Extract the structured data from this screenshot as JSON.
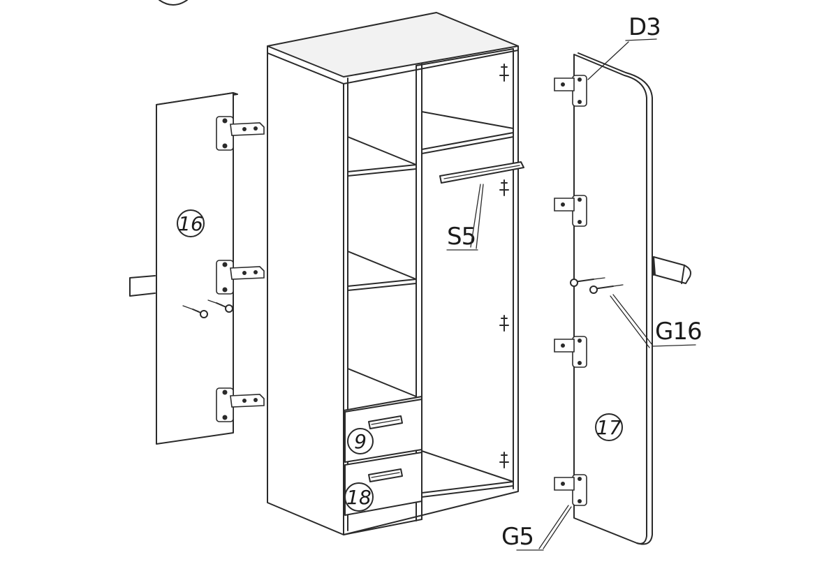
{
  "labels": {
    "d3": "D3",
    "s5": "S5",
    "g16": "G16",
    "g5": "G5",
    "left_door": "16",
    "right_door": "17",
    "drawer_top": "9",
    "drawer_bottom": "18"
  },
  "colors": {
    "line": "#2a2a2a",
    "background": "#ffffff"
  }
}
